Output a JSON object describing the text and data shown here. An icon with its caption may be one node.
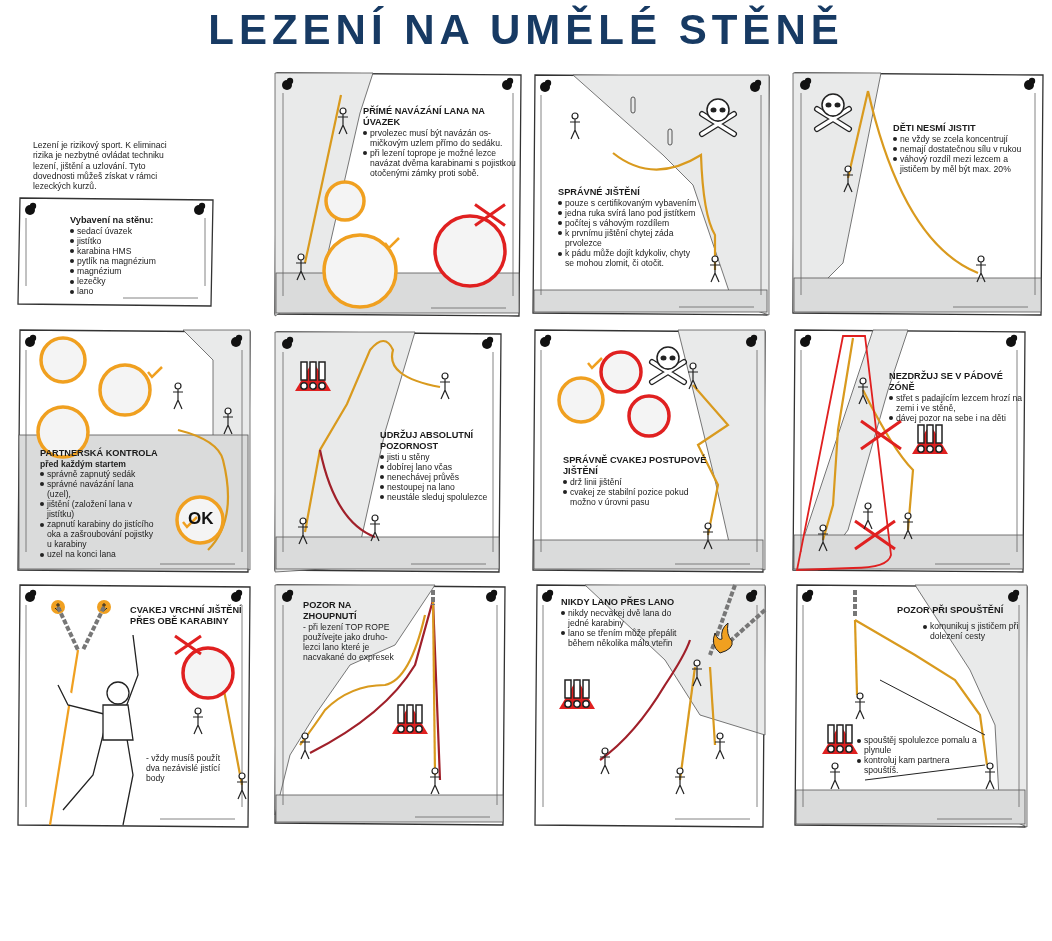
{
  "diagram": {
    "title": "LEZENÍ NA UMĚLÉ STĚNĚ",
    "nodes": [
      {
        "text": [
          "Vybavení na stěnu:",
          "sedací úvazek",
          "jistítko",
          "karabina HMS",
          "pytlík na magnézium",
          "magnézium",
          "lezečky",
          "lano"
        ]
      },
      {
        "text": [
          "PŘÍMÉ NAVÁZÁNÍ LANA NA ÚVAZEK",
          "prvolezec musí být navázán os- mičkovým uzlem přímo do sedáku.",
          "při lezení toprope je možné lezce navázat dvěma karabinami s pojistkou otočenými zámky proti sobě."
        ]
      },
      {
        "text": [
          "SPRÁVNÉ JIŠTĚNÍ",
          "pouze s certifikovaným vybavením",
          "jedna ruka svírá lano pod jistítkem",
          "počítej s váhovým rozdílem",
          "k prvnímu jištění chytej záda prvolezce",
          "k pádu může dojít kdykoliv, chyty se mohou zlomit, či otočit."
        ]
      },
      {
        "text": [
          "DĚTI NESMÍ JISTIT",
          "ne vždy se zcela koncentrují",
          "nemají dostatečnou sílu v rukou",
          "váhový rozdíl mezi lezcem a jističem by měl být max. 20%"
        ]
      },
      {
        "text": [
          "PARTNERSKÁ KONTROLA",
          "před každým startem",
          "správně zapnutý sedák",
          "správné navázání lana (uzel),",
          "jištění (založení lana v jistítku)",
          "zapnutí karabiny do jistícího oka a zašroubování pojistky u karabiny",
          "uzel na konci lana"
        ]
      },
      {
        "text": [
          "UDRŽUJ ABSOLUTNÍ POZORNOST",
          "jisti u stěny",
          "dobírej lano včas",
          "nenechávej průvěs",
          "nestoupej na lano",
          "neustále sleduj spolulezce"
        ]
      },
      {
        "text": [
          "SPRÁVNĚ CVAKEJ POSTUPOVÉ JIŠTĚNÍ",
          "drž linii jištění",
          "cvakej ze stabilní pozice pokud možno v úrovni pasu"
        ]
      },
      {
        "text": [
          "NEZDRŽUJ SE V PÁDOVÉ ZÓNĚ",
          "střet s padajícím lezcem hrozí na zemi i ve stěně,",
          "dávej pozor na sebe i na děti"
        ]
      },
      {
        "text": [
          "CVAKEJ VRCHNÍ JIŠTĚNÍ PŘES OBĚ KARABINY",
          "- vždy musíš použít dva nezávislé jistící body"
        ]
      },
      {
        "text": [
          "POZOR NA ZHOUPNUTÍ",
          "- při lezení TOP ROPE používejte jako druho- lezci lano které je nacvakané do expresek"
        ]
      },
      {
        "text": [
          "NIKDY LANO PŘES LANO",
          "nikdy necvakej dvě lana do jedné karabiny",
          "lano se třením může přepálit během několika málo vteřin"
        ]
      },
      {
        "text": [
          "POZOR PŘI SPOUŠTĚNÍ",
          "komunikuj s jističem při dolezení cesty",
          "spouštěj spolulezce pomalu a plynule",
          "kontroluj kam partnera spouštíš."
        ]
      }
    ],
    "labels": [
      "Lezení je rizikový sport. K eliminaci rizika je nezbytné ovládat techniku lezení, jištění a uzlování. Tyto dovednosti můžeš získat v rámci lezeckých kurzů.",
      "OK"
    ]
  }
}
